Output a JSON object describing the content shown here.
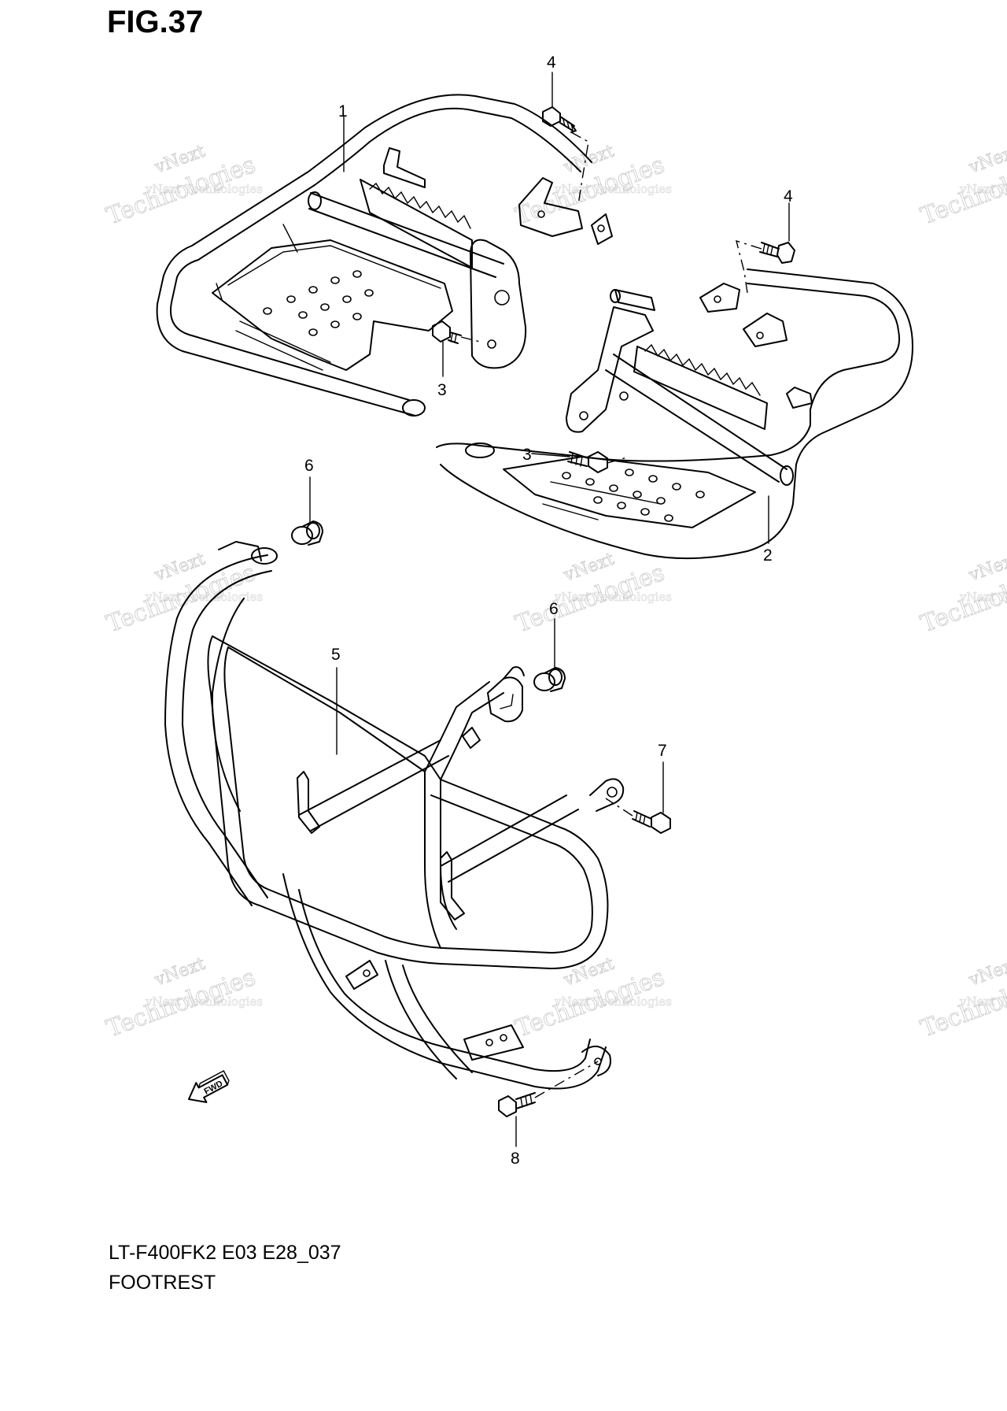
{
  "figure": {
    "title": "FIG.37",
    "model_code": "LT-F400FK2 E03 E28_037",
    "section_name": "FOOTREST"
  },
  "callouts": [
    {
      "id": "1",
      "label": "1"
    },
    {
      "id": "2",
      "label": "2"
    },
    {
      "id": "3a",
      "label": "3"
    },
    {
      "id": "3b",
      "label": "3"
    },
    {
      "id": "4a",
      "label": "4"
    },
    {
      "id": "4b",
      "label": "4"
    },
    {
      "id": "5",
      "label": "5"
    },
    {
      "id": "6a",
      "label": "6"
    },
    {
      "id": "6b",
      "label": "6"
    },
    {
      "id": "7",
      "label": "7"
    },
    {
      "id": "8",
      "label": "8"
    }
  ],
  "direction_marker": {
    "label": "FWD",
    "icon": "arrow-left-down-icon"
  },
  "watermark": {
    "brand": "vNext",
    "company_line": "vNext Technologies",
    "large_word": "Technologies"
  },
  "colors": {
    "line": "#000000",
    "background": "#ffffff",
    "watermark": "#c8c8c8"
  }
}
